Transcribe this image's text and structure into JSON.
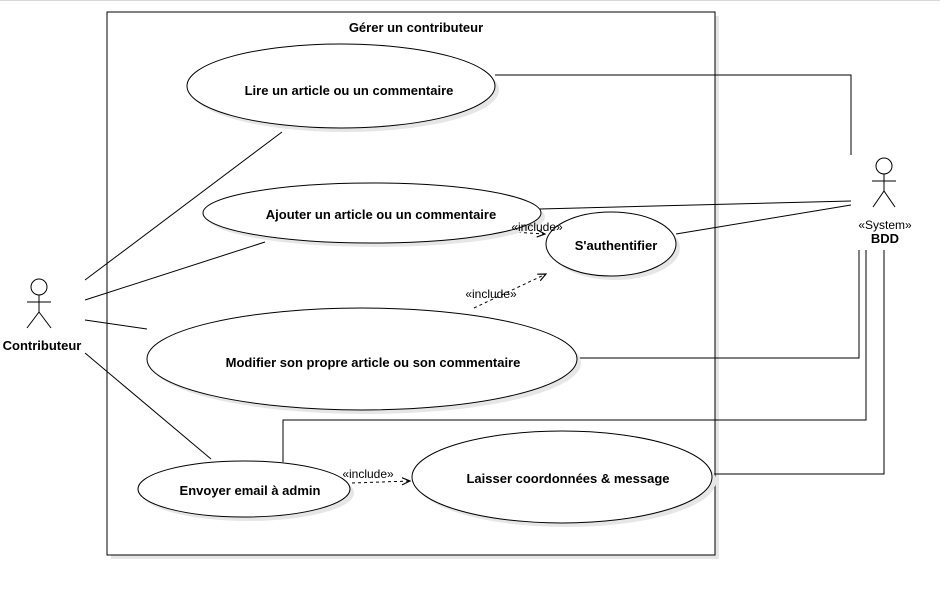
{
  "diagram": {
    "boundary_title": "Gérer un contributeur",
    "actors": {
      "contributor": {
        "name": "Contributeur"
      },
      "database": {
        "stereotype": "«System»",
        "name": "BDD"
      }
    },
    "use_cases": {
      "read": "Lire un article ou un commentaire",
      "add": "Ajouter un article ou un commentaire",
      "auth": "S'authentifier",
      "modify": "Modifier son propre article ou son commentaire",
      "email": "Envoyer email à admin",
      "leave": "Laisser coordonnées & message"
    },
    "relations": {
      "include_add_auth": "«include»",
      "include_modify_auth": "«include»",
      "include_email_leave": "«include»"
    },
    "colors": {
      "stroke": "#000000",
      "fill": "#ffffff",
      "shadow": "#e6e6e6"
    }
  }
}
